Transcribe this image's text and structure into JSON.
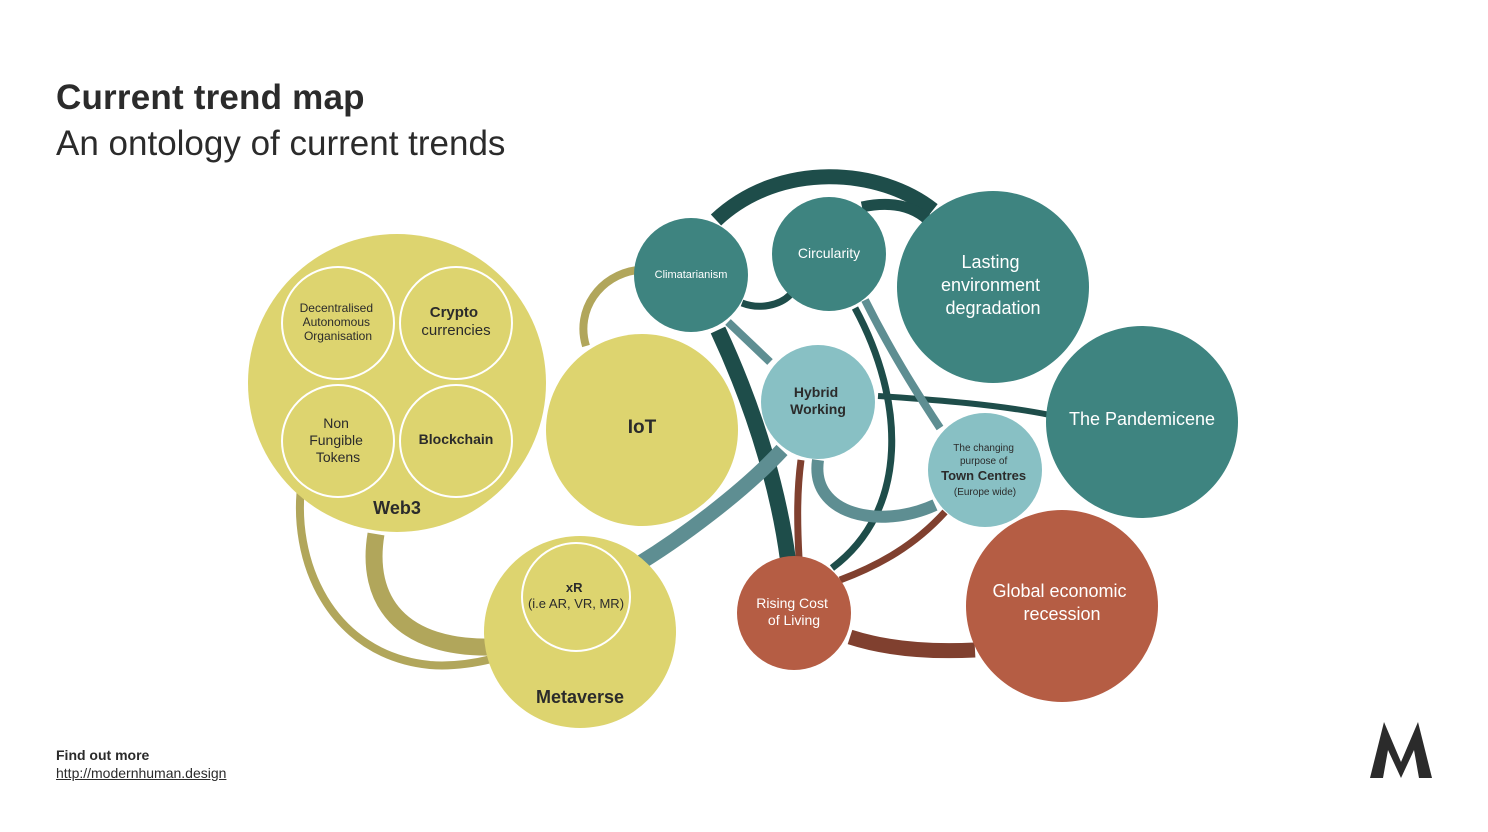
{
  "header": {
    "title": "Current trend map",
    "subtitle": "An ontology of current trends"
  },
  "footer": {
    "label": "Find out more",
    "link": "http://modernhuman.design"
  },
  "logo": {
    "icon": "modern-human-m-logo",
    "color": "#2b2b2b"
  },
  "colors": {
    "olive": "#ddd46f",
    "olive_link": "#b1a65b",
    "teal_dark": "#3e8480",
    "teal_light": "#88c0c4",
    "rust": "#b55d44",
    "link_dark": "#1e4d4a",
    "link_mid": "#5e8e92",
    "link_rust": "#80402f"
  },
  "nodes": {
    "web3": {
      "label": "Web3"
    },
    "dao": {
      "lines": [
        "Decentralised",
        "Autonomous",
        "Organisation"
      ]
    },
    "crypto": {
      "line1": "Crypto",
      "line2": "currencies"
    },
    "nft": {
      "lines": [
        "Non",
        "Fungible",
        "Tokens"
      ]
    },
    "blockchain": {
      "label": "Blockchain"
    },
    "iot": {
      "label": "IoT"
    },
    "metaverse": {
      "label": "Metaverse"
    },
    "xr": {
      "line1": "xR",
      "line2": "(i.e AR, VR, MR)"
    },
    "climatarianism": {
      "label": "Climatarianism"
    },
    "circularity": {
      "label": "Circularity"
    },
    "lasting": {
      "lines": [
        "Lasting",
        "environment",
        "degradation"
      ]
    },
    "hybrid": {
      "lines": [
        "Hybrid",
        "Working"
      ]
    },
    "pandemicene": {
      "label": "The Pandemicene"
    },
    "town": {
      "line1": "The changing",
      "line2": "purpose of",
      "line3": "Town Centres",
      "line4": "(Europe wide)"
    },
    "rising": {
      "lines": [
        "Rising Cost",
        "of Living"
      ]
    },
    "recession": {
      "lines": [
        "Global economic",
        "recession"
      ]
    }
  }
}
